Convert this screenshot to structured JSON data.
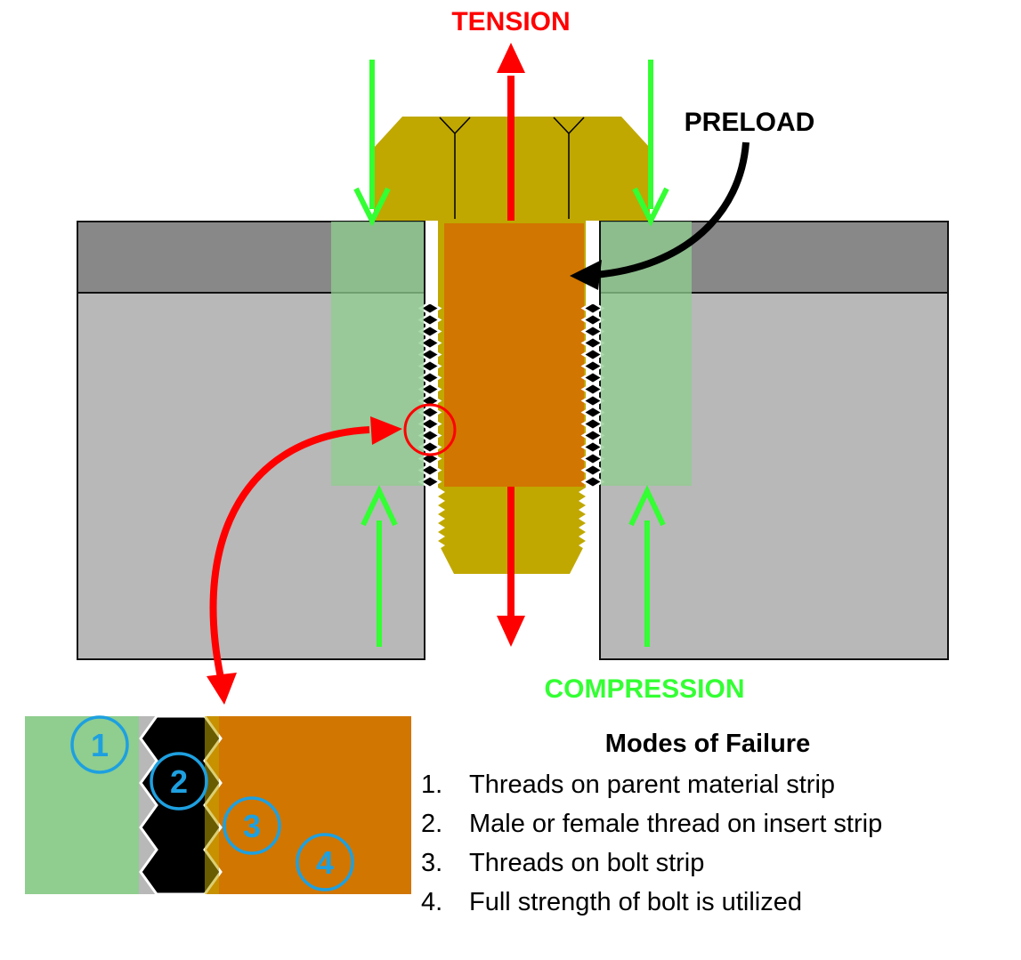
{
  "labels": {
    "tension": "TENSION",
    "preload": "PRELOAD",
    "compression": "COMPRESSION"
  },
  "callout_numbers": [
    "1",
    "2",
    "3",
    "4"
  ],
  "legend": {
    "title": "Modes of Failure",
    "items": [
      {
        "num": "1.",
        "text": "Threads on parent material strip"
      },
      {
        "num": "2.",
        "text": "Male or female thread on insert strip"
      },
      {
        "num": "3.",
        "text": "Threads on bolt strip"
      },
      {
        "num": "4.",
        "text": "Full strength of bolt is utilized"
      }
    ]
  },
  "colors": {
    "tension": "#ff0000",
    "compression": "#33ff33",
    "preload": "#000000",
    "bolt": "#c0a800",
    "insert_core": "#d17600",
    "plate_top": "#888888",
    "plate_body": "#b8b8b8",
    "green_zone": "#8fce8f",
    "callout": "#1ea0e0"
  }
}
